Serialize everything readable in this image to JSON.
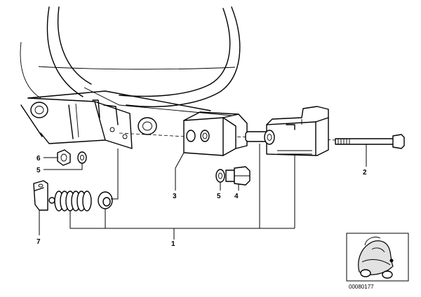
{
  "callouts": {
    "c1": "1",
    "c2": "2",
    "c3": "3",
    "c4": "4",
    "c5a": "5",
    "c5b": "5",
    "c6": "6",
    "c7": "7"
  },
  "drawing_code": "00080177"
}
